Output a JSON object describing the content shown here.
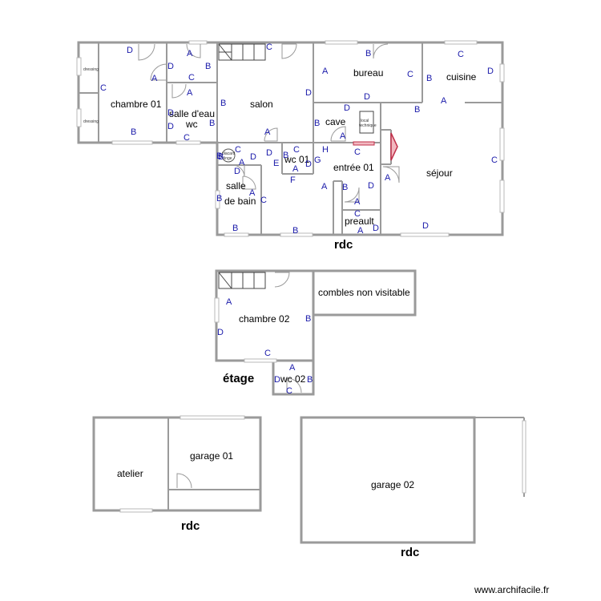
{
  "rooms": {
    "dressing_1": "dressing",
    "dressing_2": "dressing",
    "chambre_01": "chambre 01",
    "salle_eau": "salle d'eau",
    "wc": "wc",
    "salon": "salon",
    "bureau": "bureau",
    "cuisine": "cuisine",
    "cave": "cave",
    "local_tech_1": "local",
    "local_tech_2": "technique",
    "sejour": "séjour",
    "wc_01": "wc 01",
    "entree_01": "entrée 01",
    "salle_de_bain_1": "salle",
    "salle_de_bain_2": "de bain",
    "placard_1": "placard",
    "placard_2": "linge",
    "preault": "preault",
    "chambre_02": "chambre 02",
    "combles": "combles non visitable",
    "wc_02": "wc 02",
    "atelier": "atelier",
    "garage_01": "garage 01",
    "garage_02": "garage 02"
  },
  "levels": {
    "rdc_main": "rdc",
    "etage": "étage",
    "rdc_left": "rdc",
    "rdc_right": "rdc"
  },
  "wall_labels": {
    "w01": "D",
    "w02": "C",
    "w03": "B",
    "w04": "A",
    "w05": "D",
    "w06": "B",
    "w07": "A",
    "w08": "C",
    "w09": "A",
    "w10": "D",
    "w11": "B",
    "w12": "D",
    "w13": "C",
    "w14": "C",
    "w15": "B",
    "w16": "D",
    "w17": "A",
    "w18": "B",
    "w19": "A",
    "w20": "C",
    "w21": "B",
    "w22": "C",
    "w23": "B",
    "w24": "A",
    "w25": "D",
    "w26": "B",
    "w27": "C",
    "w28": "D",
    "w29": "B",
    "w30": "A",
    "w31": "C",
    "w32": "H",
    "w33": "B",
    "w34": "D",
    "w35": "C",
    "w36": "D",
    "w37": "A",
    "w38": "C",
    "w39": "B",
    "w40": "A",
    "w41": "D",
    "w42": "E",
    "w43": "D",
    "w44": "A",
    "w45": "G",
    "w46": "F",
    "w47": "D",
    "w48": "B",
    "w49": "A",
    "w50": "D",
    "w51": "A",
    "w52": "C",
    "w53": "C",
    "w54": "B",
    "w55": "B",
    "w56": "B",
    "w57": "A",
    "w58": "D",
    "w59": "A",
    "w60": "D",
    "w61": "A",
    "w62": "D",
    "w63": "B",
    "w64": "C",
    "w65": "A",
    "w66": "D",
    "w67": "B",
    "w68": "C"
  },
  "footer": {
    "watermark": "www.archifacile.fr"
  }
}
